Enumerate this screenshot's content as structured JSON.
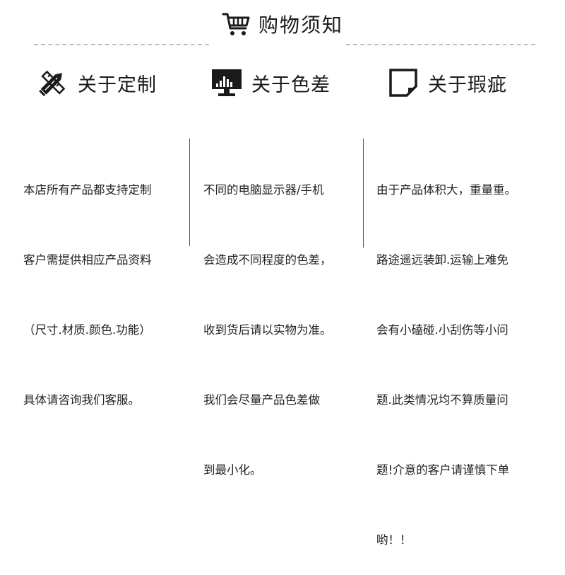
{
  "header": {
    "title": "购物须知",
    "icon": "shopping-cart-icon"
  },
  "features": [
    {
      "icon": "pencil-ruler-icon",
      "label": "关于定制"
    },
    {
      "icon": "monitor-icon",
      "label": "关于色差"
    },
    {
      "icon": "damaged-square-icon",
      "label": "关于瑕疵"
    }
  ],
  "columns": [
    {
      "lines": [
        "本店所有产品都支持定制",
        "客户需提供相应产品资料",
        "（尺寸.材质.颜色.功能）",
        "具体请咨询我们客服。"
      ]
    },
    {
      "lines": [
        "不同的电脑显示器/手机",
        "会造成不同程度的色差，",
        "收到货后请以实物为准。",
        "我们会尽量产品色差做",
        "到最小化。"
      ]
    },
    {
      "lines": [
        "由于产品体积大，重量重。",
        "路途遥远装卸.运输上难免",
        "会有小磕碰.小刮伤等小问",
        "题.此类情况均不算质量问",
        "题!介意的客户请谨慎下单",
        "哟！！"
      ]
    }
  ]
}
